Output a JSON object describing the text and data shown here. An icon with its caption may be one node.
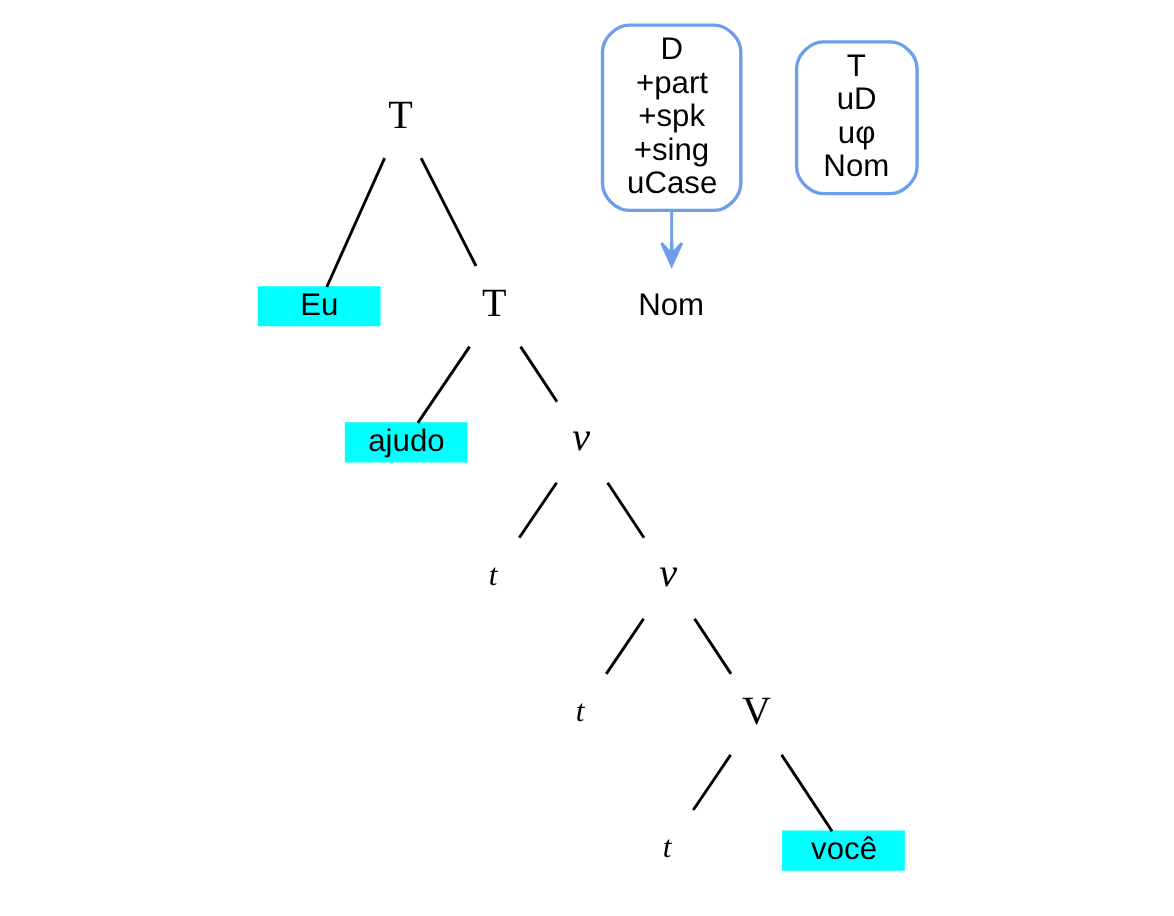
{
  "diagram": {
    "nodes": [
      {
        "text": [
          "T"
        ]
      },
      {
        "text": [
          "Eu"
        ]
      },
      {
        "text": [
          "T"
        ]
      },
      {
        "text": [
          "ajudo"
        ]
      },
      {
        "text": [
          "v"
        ]
      },
      {
        "text": [
          "t"
        ]
      },
      {
        "text": [
          "v"
        ]
      },
      {
        "text": [
          "t"
        ]
      },
      {
        "text": [
          "V"
        ]
      },
      {
        "text": [
          "t"
        ]
      },
      {
        "text": [
          "você"
        ]
      },
      {
        "text": [
          "D",
          "+part",
          "+spk",
          "+sing",
          "uCase"
        ]
      },
      {
        "text": [
          "Nom"
        ]
      },
      {
        "text": [
          "T",
          "uD",
          "uφ",
          "Nom"
        ]
      }
    ],
    "edges": [
      {
        "from": 0,
        "to": 1,
        "arrow": "none"
      },
      {
        "from": 0,
        "to": 2,
        "arrow": "none"
      },
      {
        "from": 2,
        "to": 3,
        "arrow": "none"
      },
      {
        "from": 2,
        "to": 4,
        "arrow": "none"
      },
      {
        "from": 4,
        "to": 5,
        "arrow": "none"
      },
      {
        "from": 4,
        "to": 6,
        "arrow": "none"
      },
      {
        "from": 6,
        "to": 7,
        "arrow": "none"
      },
      {
        "from": 6,
        "to": 8,
        "arrow": "none"
      },
      {
        "from": 8,
        "to": 9,
        "arrow": "none"
      },
      {
        "from": 8,
        "to": 10,
        "arrow": "none"
      },
      {
        "from": 11,
        "to": 12,
        "arrow": "to",
        "color": "#6d9eeb"
      }
    ]
  }
}
